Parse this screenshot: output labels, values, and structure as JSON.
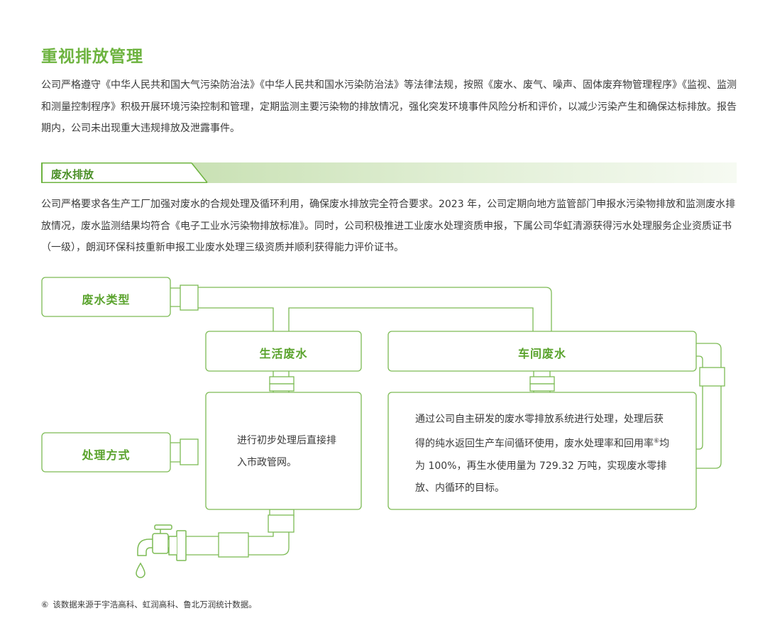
{
  "page": {
    "title": "重视排放管理",
    "intro": "公司严格遵守《中华人民共和国大气污染防治法》《中华人民共和国水污染防治法》等法律法规，按照《废水、废气、噪声、固体废弃物管理程序》《监视、监测和测量控制程序》积极开展环境污染控制和管理，定期监测主要污染物的排放情况，强化突发环境事件风险分析和评价，以减少污染产生和确保达标排放。报告期内，公司未出现重大违规排放及泄露事件。"
  },
  "section": {
    "heading": "废水排放",
    "body": "公司严格要求各生产工厂加强对废水的合规处理及循环利用，确保废水排放完全符合要求。2023 年，公司定期向地方监管部门申报水污染物排放和监测废水排放情况，废水监测结果均符合《电子工业水污染物排放标准》。同时，公司积极推进工业废水处理资质申报，下属公司华虹清源获得污水处理服务企业资质证书（一级），朗润环保科技重新申报工业废水处理三级资质并顺利获得能力评价证书。"
  },
  "diagram": {
    "type_label": "废水类型",
    "method_label": "处理方式",
    "domestic_label": "生活废水",
    "workshop_label": "车间废水",
    "domestic_method": "进行初步处理后直接排入市政管网。",
    "workshop_method_before": "通过公司自主研发的废水零排放系统进行处理，处理后获得的纯水返回生产车间循环使用，废水处理率和回用率",
    "workshop_method_sup": "⑥",
    "workshop_method_after": "均为 100%，再生水使用量为 729.32 万吨，实现废水零排放、内循环的目标。"
  },
  "footnote": {
    "mark": "⑥",
    "text": "该数据来源于宇浩高科、虹润高科、鲁北万润统计数据。"
  },
  "colors": {
    "title_green": "#6db33f",
    "label_green": "#5aa32d",
    "line_green": "#7dbb55",
    "band_green": "#d4e8c2",
    "text": "#3a3a3a"
  },
  "icons": {
    "faucet": "faucet-icon",
    "drop": "water-drop-icon"
  }
}
